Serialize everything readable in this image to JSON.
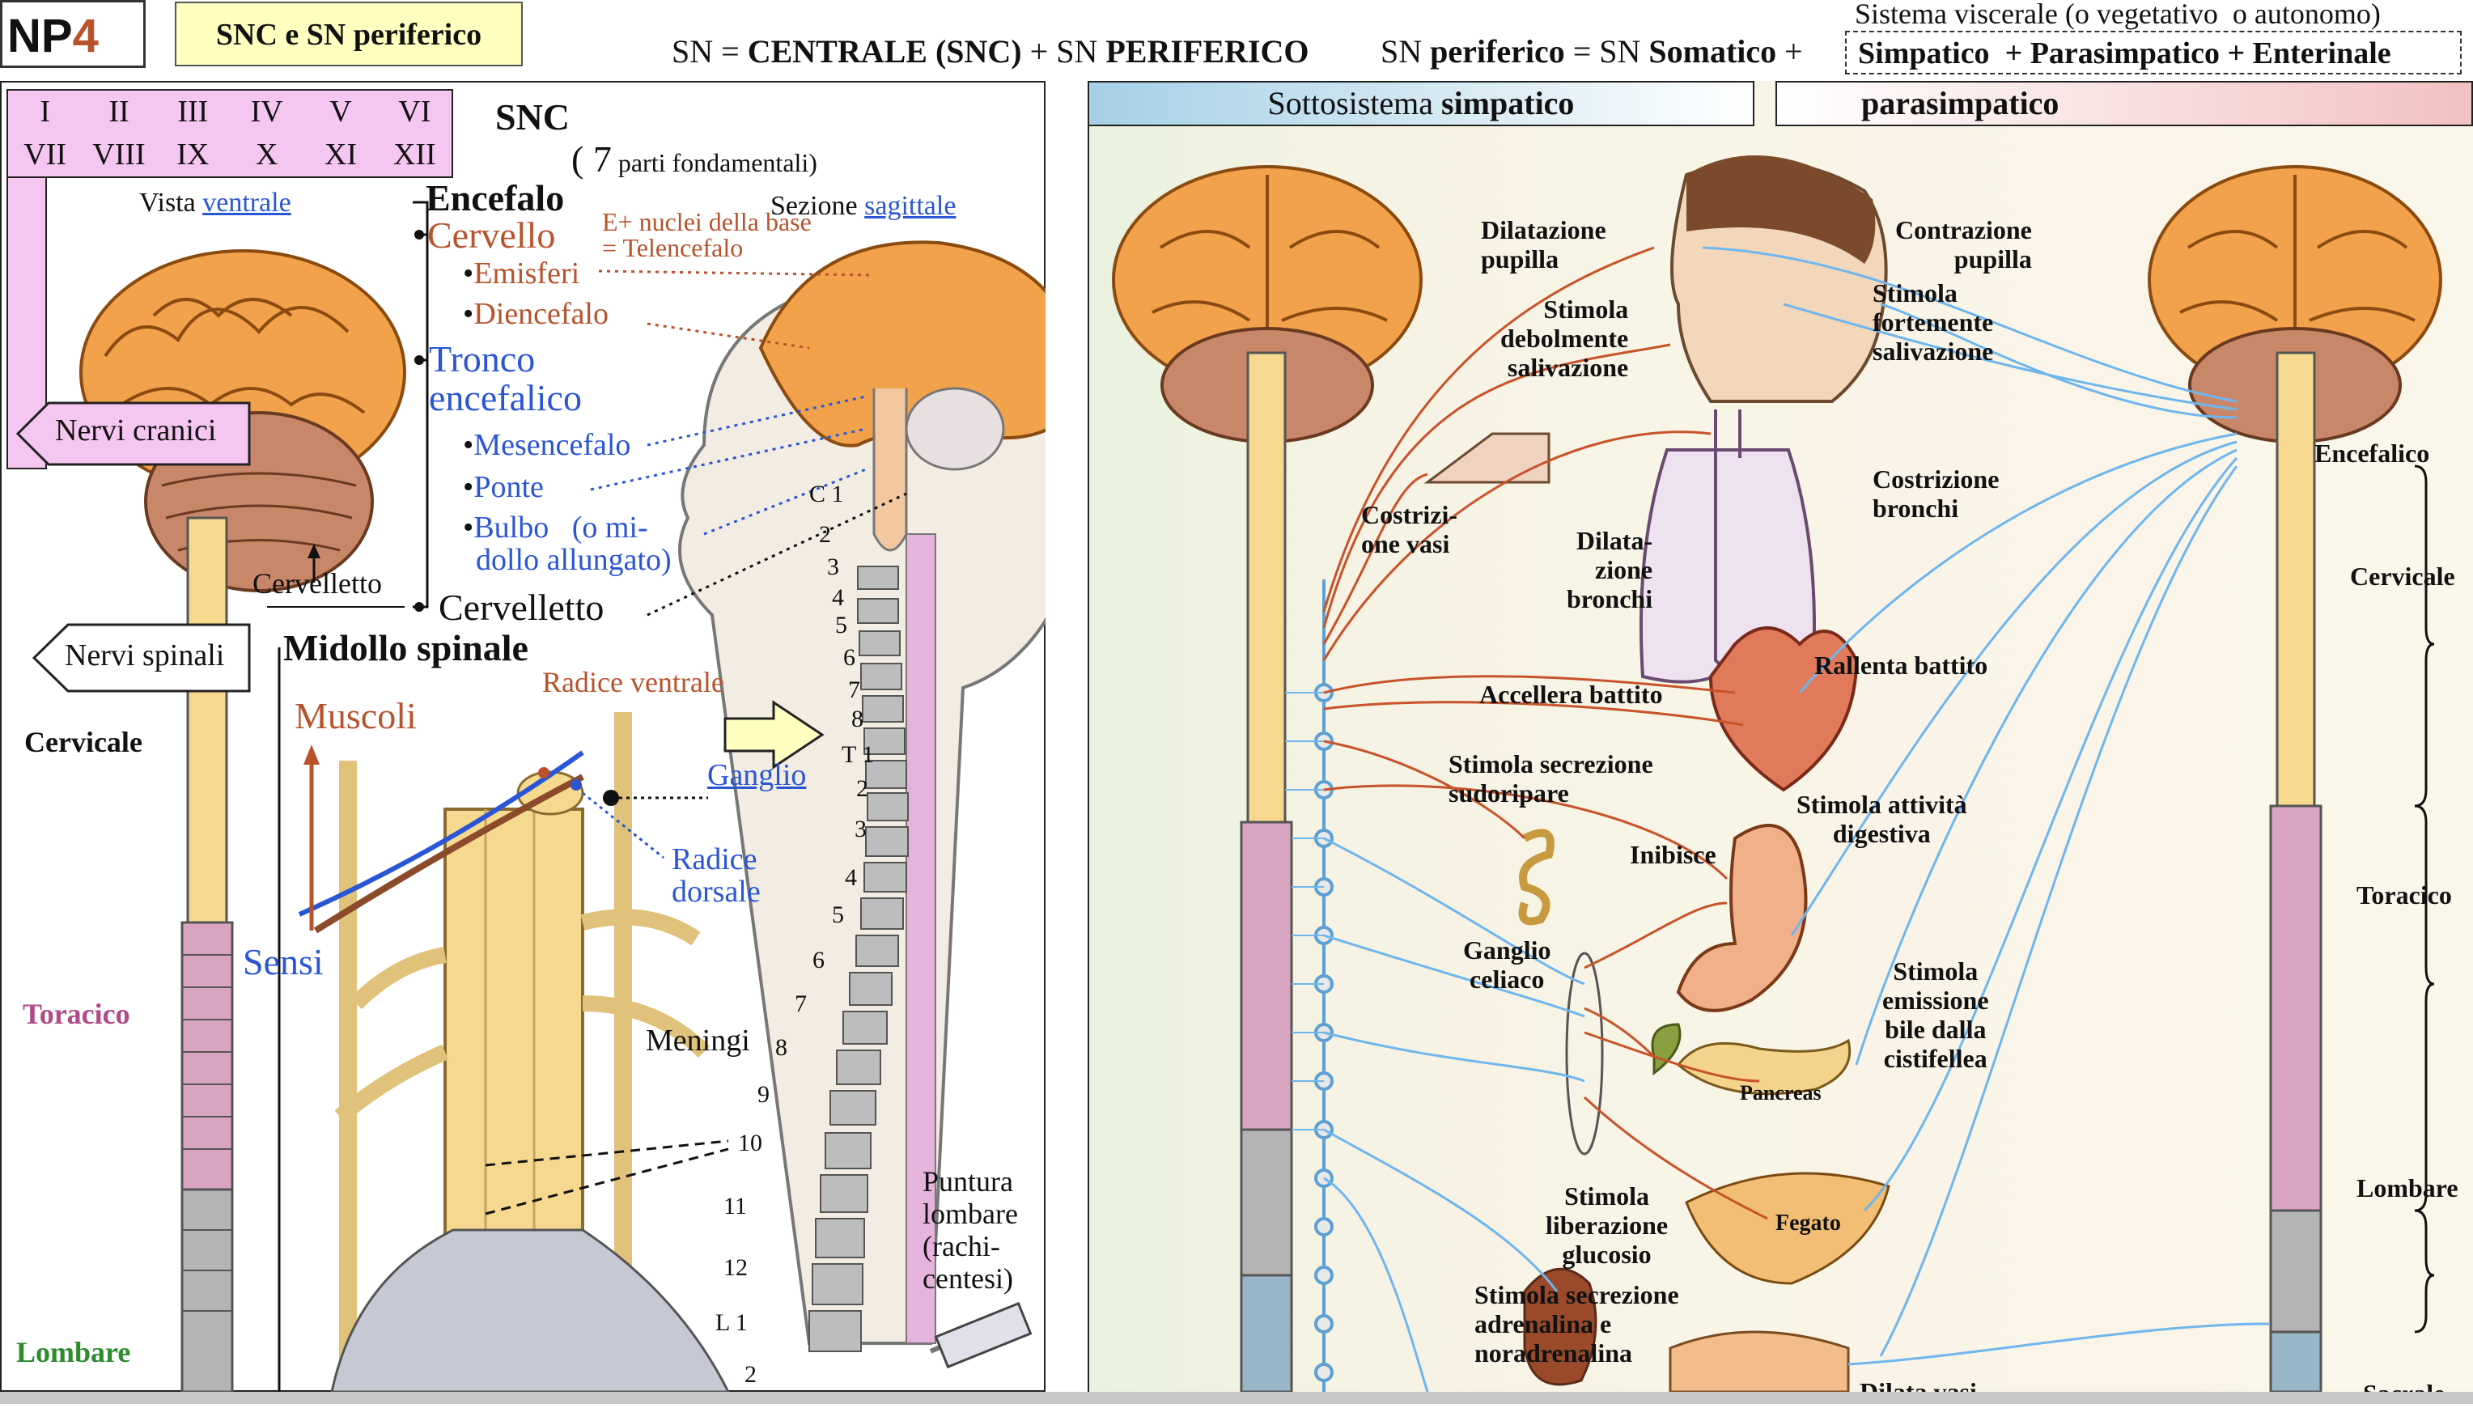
{
  "header": {
    "np_prefix": "NP",
    "np_number": "4",
    "title_box": "SNC e SN periferico",
    "eq1_a": "SN = ",
    "eq1_b": "CENTRALE (SNC)",
    "eq1_c": " + SN ",
    "eq1_d": "PERIFERICO",
    "eq2_a": "SN ",
    "eq2_b": "periferico",
    "eq2_c": " = SN ",
    "eq2_d": "Somatico",
    "eq2_e": " +",
    "visc_top_a": "Sistema viscerale (o vegetativo",
    "visc_top_b": "o autonomo)",
    "visc_b1": "Simpatico",
    "visc_b2": "+ Parasimpatico",
    "visc_b3": "+ Enterinale"
  },
  "cranial_nerves": [
    "I",
    "II",
    "III",
    "IV",
    "V",
    "VI",
    "VII",
    "VIII",
    "IX",
    "X",
    "XI",
    "XII"
  ],
  "left": {
    "snc": "SNC",
    "snc_sub_a": "( 7",
    "snc_sub_b": "parti fondamentali)",
    "vista": "Vista",
    "ventrale": "ventrale",
    "sezione": "Sezione",
    "sagittale": "sagittale",
    "encefalo": "Encefalo",
    "cervello": "Cervello",
    "nuclei_a": "E+ nuclei della base",
    "nuclei_b": "= Telencefalo",
    "emisferi": "Emisferi",
    "diencefalo": "Diencefalo",
    "tronco_a": "Tronco",
    "tronco_b": "encefalico",
    "mesencefalo": "Mesencefalo",
    "ponte": "Ponte",
    "bulbo_a": "Bulbo",
    "bulbo_b": "(o mi-",
    "bulbo_c": "dollo allungato)",
    "cervelletto_big": "Cervelletto",
    "cervelletto_small": "Cervelletto",
    "midollo": "Midollo spinale",
    "nervi_cranici": "Nervi cranici",
    "nervi_spinali": "Nervi spinali",
    "cervicale": "Cervicale",
    "toracico": "Toracico",
    "lombare": "Lombare",
    "muscoli": "Muscoli",
    "radice_ventrale": "Radice ventrale",
    "ganglio": "Ganglio",
    "radice_dorsale_a": "Radice",
    "radice_dorsale_b": "dorsale",
    "sensi": "Sensi",
    "meningi": "Meningi",
    "puntura_a": "Puntura",
    "puntura_b": "lombare",
    "puntura_c": "(rachi-",
    "puntura_d": "centesi)",
    "vertebrae": [
      "C 1",
      "2",
      "3",
      "4",
      "5",
      "6",
      "7",
      "8",
      "T 1",
      "2",
      "3",
      "4",
      "5",
      "6",
      "7",
      "8",
      "9",
      "10",
      "11",
      "12",
      "L 1",
      "2"
    ]
  },
  "right": {
    "simpatico_a": "Sottosistema ",
    "simpatico_b": "simpatico",
    "parasimpatico": "parasimpatico",
    "labels": {
      "dil_pupilla_a": "Dilatazione",
      "dil_pupilla_b": "pupilla",
      "contr_pupilla_a": "Contrazione",
      "contr_pupilla_b": "pupilla",
      "deb_saliv_a": "Stimola",
      "deb_saliv_b": "debolmente",
      "deb_saliv_c": "salivazione",
      "fort_saliv_a": "Stimola",
      "fort_saliv_b": "fortemente",
      "fort_saliv_c": "salivazione",
      "costr_vasi_a": "Costrizi-",
      "costr_vasi_b": "one vasi",
      "dil_bronchi_a": "Dilata-",
      "dil_bronchi_b": "zione",
      "dil_bronchi_c": "bronchi",
      "costr_bronchi_a": "Costrizione",
      "costr_bronchi_b": "bronchi",
      "accellera": "Accellera battito",
      "rallenta": "Rallenta battito",
      "sudor_a": "Stimola secrezione",
      "sudor_b": "sudoripare",
      "att_dig_a": "Stimola attività",
      "att_dig_b": "digestiva",
      "inibisce": "Inibisce",
      "ganglio_a": "Ganglio",
      "ganglio_b": "celiaco",
      "bile_a": "Stimola",
      "bile_b": "emissione",
      "bile_c": "bile dalla",
      "bile_d": "cistifellea",
      "pancreas": "Pancreas",
      "glucosio_a": "Stimola",
      "glucosio_b": "liberazione",
      "glucosio_c": "glucosio",
      "fegato": "Fegato",
      "adren_a": "Stimola secrezione",
      "adren_b": "adrenalina e",
      "adren_c": "noradrenalina",
      "dilata_vasi": "Dilata vasi",
      "encefalo": "Encefalico",
      "cervicale": "Cervicale",
      "toracico": "Toracico",
      "lombare": "Lombare",
      "sacrale": "Sacrale"
    }
  },
  "colors": {
    "pink_box": "#f5c7f0",
    "yellow_box": "#ffffc0",
    "blue_line": "#6fb6ee",
    "red_line": "#c7532a",
    "spine": "#f6d98e",
    "brain": "#f2a24a"
  }
}
